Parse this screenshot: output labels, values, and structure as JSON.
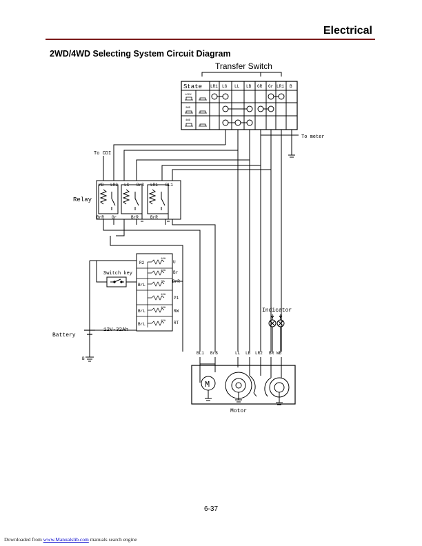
{
  "header": {
    "title": "Electrical"
  },
  "section_title": "2WD/4WD Selecting System Circuit Diagram",
  "diagram": {
    "transfer_switch": {
      "title": "Transfer Switch",
      "state_label": "State",
      "columns": [
        "LR1",
        "LG",
        "LL",
        "LB",
        "GR",
        "Gr",
        "LR1",
        "B"
      ],
      "rows": [
        "LOCK",
        "2WD",
        "4WD"
      ]
    },
    "to_cdi": "To CDI",
    "to_meter": "To meter",
    "relay": {
      "label": "Relay",
      "top_terms": [
        "YB",
        "LR2",
        "LG",
        "BrB",
        "LR1",
        "BL1"
      ],
      "bottom_terms": [
        "BrR",
        "Gr",
        "BrR",
        "BrR"
      ]
    },
    "switch_key": "Switch key",
    "fuse_box": {
      "left_labels": [
        "R2",
        "BrL",
        "BrL",
        "BrL"
      ],
      "ratings": [
        "10A",
        "10A",
        "5A",
        "10A",
        "10A",
        "15A"
      ],
      "right_labels": [
        "U",
        "Br",
        "BrR",
        "P1",
        "RW",
        "RT"
      ]
    },
    "battery": {
      "label": "Battery",
      "rating": "12V-32Ah",
      "ground": "B"
    },
    "indicator": "Indicator",
    "motor": {
      "label": "Motor",
      "terminals": [
        "BL1",
        "BrB",
        "LL",
        "LB",
        "LR2",
        "BR",
        "WB"
      ],
      "m_label": "M"
    }
  },
  "page_number": "6-37",
  "footer": {
    "prefix": "Downloaded from ",
    "link": "www.Manualslib.com",
    "suffix": " manuals search engine"
  }
}
